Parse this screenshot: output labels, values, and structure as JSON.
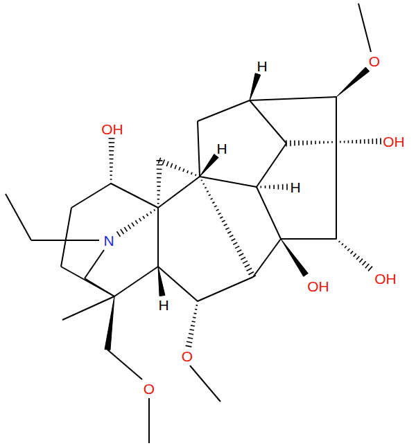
{
  "diagram": {
    "labels": [
      "H",
      "O",
      "OH",
      "H",
      "OH",
      "H",
      "N",
      "OH",
      "OH",
      "H",
      "O",
      "O"
    ]
  }
}
